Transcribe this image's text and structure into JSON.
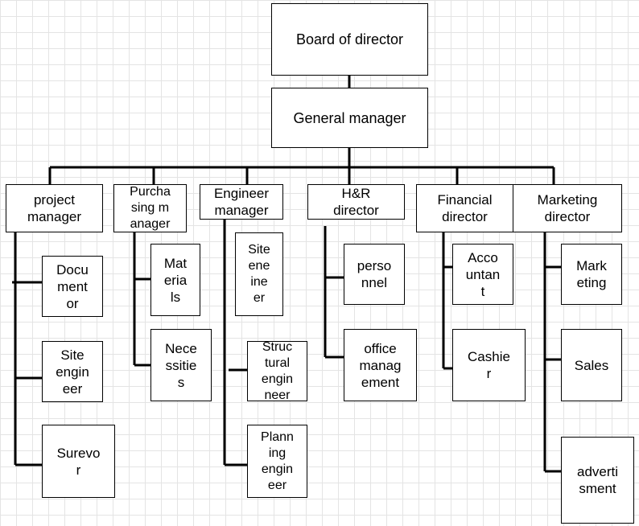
{
  "org_chart": {
    "board": "Board of director",
    "general_manager": "General manager",
    "departments": {
      "project_manager": {
        "title": "project\nmanager",
        "children": [
          "Docu\nment\nor",
          "Site\nengin\neer",
          "Surevo\nr"
        ]
      },
      "purchasing_manager": {
        "title": "Purcha\nsing m\nanager",
        "children": [
          "Mat\neria\nls",
          "Nece\nssitie\ns"
        ]
      },
      "engineer_manager": {
        "title": "Engineer\nmanager",
        "children": [
          "Site\nene\nine\ner",
          "Struc\ntural\nengin\nneer",
          "Plann\ning\nengin\neer"
        ]
      },
      "hr_director": {
        "title": "H&R\ndirector",
        "children": [
          "perso\nnnel",
          "office\nmanag\nement"
        ]
      },
      "financial_director": {
        "title": "Financial\ndirector",
        "children": [
          "Acco\nuntan\nt",
          "Cashie\nr"
        ]
      },
      "marketing_director": {
        "title": "Marketing\ndirector",
        "children": [
          "Mark\neting",
          "Sales",
          "adverti\nsment"
        ]
      }
    }
  }
}
